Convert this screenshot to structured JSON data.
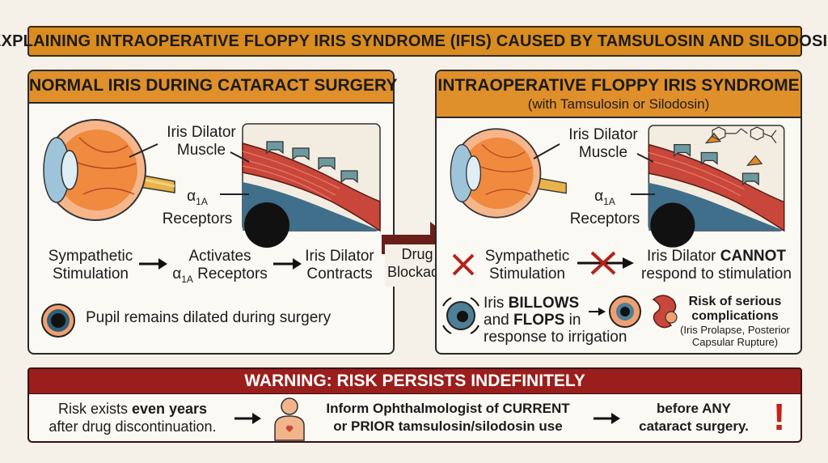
{
  "title": "EXPLAINING INTRAOPERATIVE FLOPPY IRIS SYNDROME (IFIS) CAUSED BY TAMSULOSIN AND SILODOSIN",
  "left_panel": {
    "heading": "NORMAL IRIS DURING CATARACT SURGERY",
    "dilator_label": [
      "Iris Dilator",
      "Muscle"
    ],
    "receptor_label_alpha": "α",
    "receptor_label_sub": "1A",
    "receptor_label_word": "Receptors",
    "flow": {
      "step1": [
        "Sympathetic",
        "Stimulation"
      ],
      "step2_line1": "Activates",
      "step2_line2_word": "Receptors",
      "step3": [
        "Iris Dilator",
        "Contracts"
      ]
    },
    "pupil_note": "Pupil remains dilated during surgery"
  },
  "center": {
    "drug_label": [
      "Drug",
      "Blockade"
    ]
  },
  "right_panel": {
    "heading": "INTRAOPERATIVE FLOPPY IRIS SYNDROME",
    "subheading": "(with Tamsulosin or Silodosin)",
    "dilator_label": [
      "Iris Dilator",
      "Muscle"
    ],
    "receptor_label_alpha": "α",
    "receptor_label_sub": "1A",
    "receptor_label_word": "Receptors",
    "flow": {
      "step1": [
        "Sympathetic",
        "Stimulation"
      ],
      "step2_prefix": "Iris Dilator ",
      "step2_bold": "CANNOT",
      "step2_line2": "respond to stimulation"
    },
    "billow": {
      "l1_prefix": "Iris ",
      "l1_bold": "BILLOWS",
      "l2_prefix": "and ",
      "l2_bold": "FLOPS",
      "l2_suffix": " in",
      "l3": "response to irrigation"
    },
    "risk": {
      "title": [
        "Risk of serious",
        "complications"
      ],
      "detail": [
        "(Iris Prolapse, Posterior",
        "Capsular Rupture)"
      ]
    }
  },
  "warning": {
    "heading": "WARNING: RISK PERSISTS INDEFINITELY",
    "col1_l1_prefix": "Risk exists ",
    "col1_l1_bold": "even years",
    "col1_l2": "after drug discontinuation.",
    "col2": [
      "Inform Ophthalmologist of CURRENT",
      "or PRIOR tamsulosin/silodosin use"
    ],
    "col3": [
      "before ANY",
      "cataract surgery."
    ],
    "exclaim": "!"
  },
  "colors": {
    "orange": "#e0902a",
    "title_orange": "#d98c1f",
    "dark_red": "#9a1f1c",
    "muscle_red": "#c9463a",
    "receptor_teal": "#6c9aa0",
    "iris_blue": "#4d7f95"
  }
}
